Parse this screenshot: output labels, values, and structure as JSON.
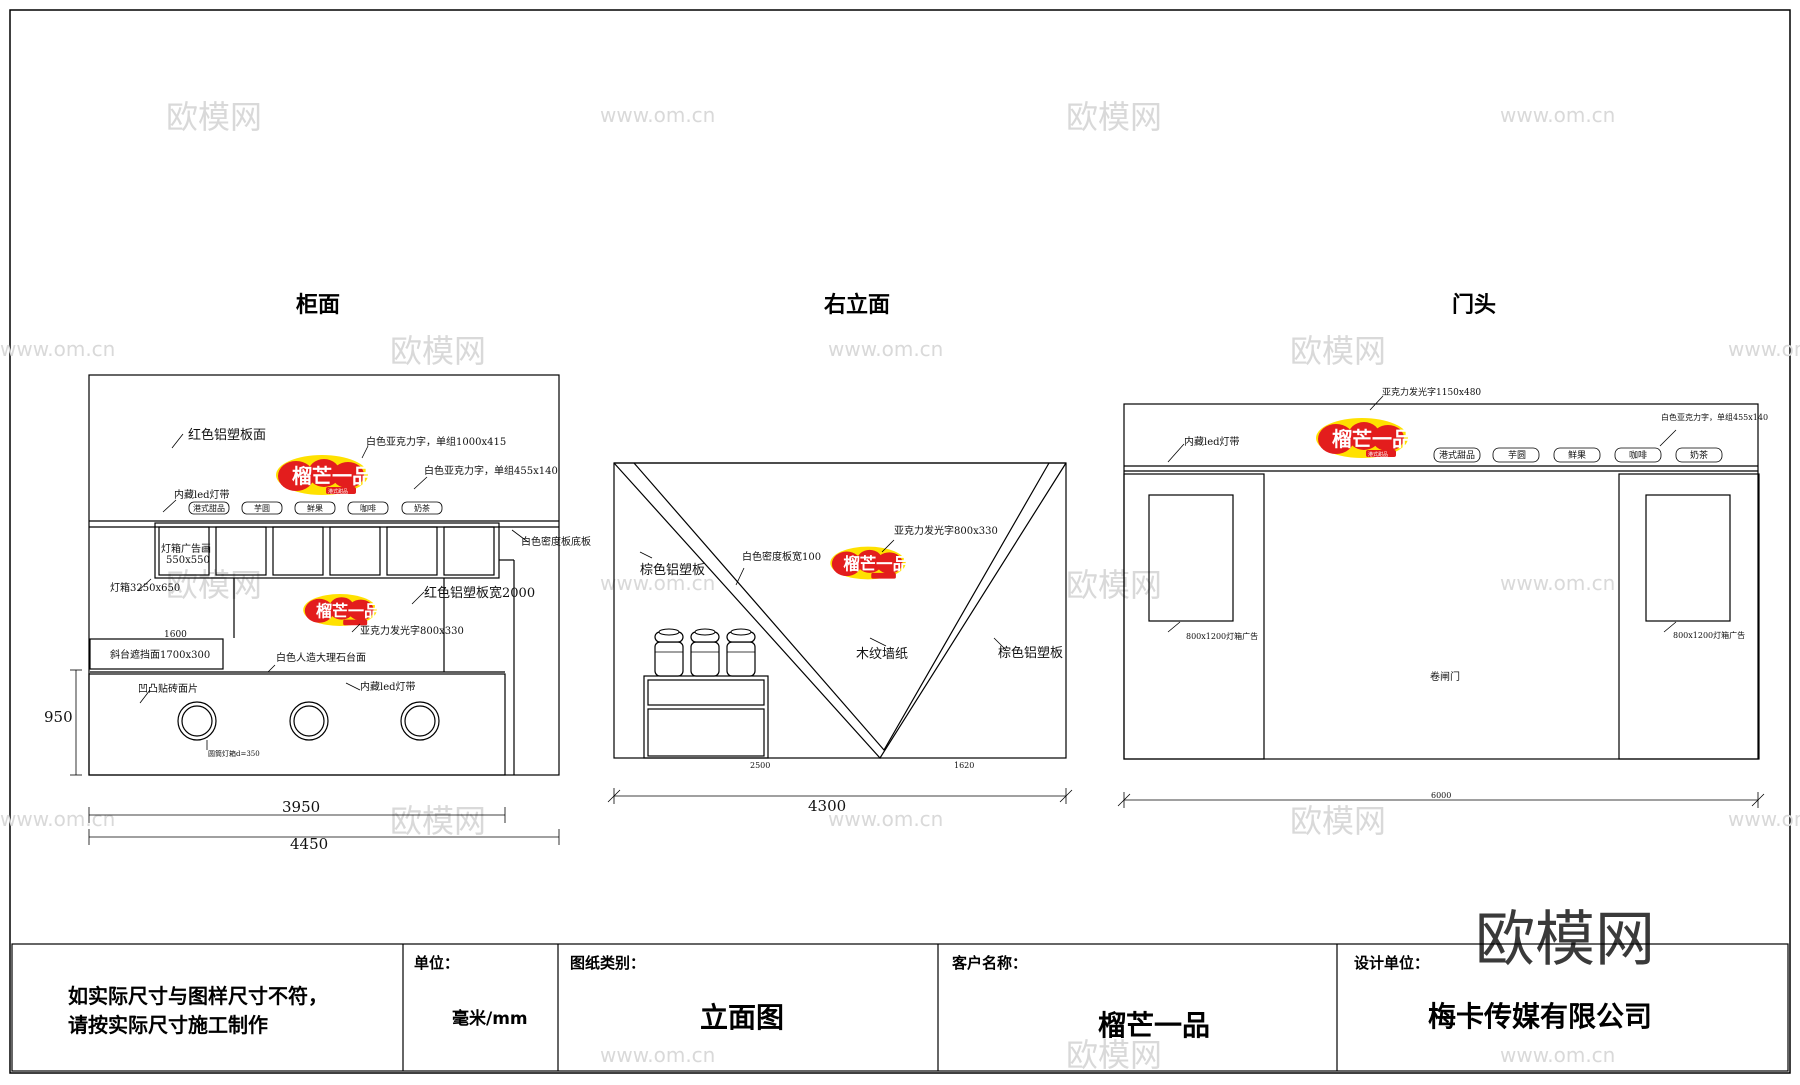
{
  "watermark": {
    "brand": "欧模网",
    "site": "www.om.cn"
  },
  "views": {
    "counter": {
      "title": "柜面",
      "labels": {
        "red_panel": "红色铝塑板面",
        "acrylic_word": "白色亚克力字，单组1000x415",
        "acrylic_word2": "白色亚克力字，单组455x140",
        "led_strip": "内藏led灯带",
        "lightbox_ad": "灯箱广告画",
        "lightbox_ad_size": "550x550",
        "lightbox": "灯箱3250x650",
        "density_board": "白色密度板底板",
        "red_board": "红色铝塑板宽2000",
        "luminous_word": "亚克力发光字800x330",
        "dim_1600": "1600",
        "slope_panel": "斜台遮挡面1700x300",
        "marble_top": "白色人造大理石台面",
        "convex_tiles": "凹凸贴砖面片",
        "led_strip2": "内藏led灯带",
        "round_light": "圆筒灯箱d=350",
        "height": "950",
        "width_inner": "3950",
        "width_outer": "4450"
      }
    },
    "right": {
      "title": "右立面",
      "labels": {
        "brown_panel": "棕色铝塑板",
        "density_board": "白色密度板宽100",
        "luminous_word": "亚克力发光字800x330",
        "wallpaper": "木纹墙纸",
        "brown_panel2": "棕色铝塑板",
        "dim_2500": "2500",
        "dim_1620": "1620",
        "width": "4300"
      }
    },
    "door": {
      "title": "门头",
      "labels": {
        "luminous_word": "亚克力发光字1150x480",
        "acrylic_word": "白色亚克力字，单组455x140",
        "led_strip": "内藏led灯带",
        "lightbox_left": "800x1200灯箱广告",
        "lightbox_right": "800x1200灯箱广告",
        "shutter": "卷闸门",
        "width": "6000"
      }
    }
  },
  "brand": {
    "name": "榴芒一品",
    "tagline": "港式甜品",
    "red": "#e31d1d",
    "yellow": "#ffe100"
  },
  "menu_items": [
    "港式甜品",
    "芋圆",
    "鲜果",
    "咖啡",
    "奶茶"
  ],
  "title_block": {
    "note_line1": "如实际尺寸与图样尺寸不符，",
    "note_line2": "请按实际尺寸施工制作",
    "unit_label": "单位：",
    "unit_value": "毫米/mm",
    "category_label": "图纸类别：",
    "category_value": "立面图",
    "client_label": "客户名称：",
    "client_value": "榴芒一品",
    "designer_label": "设计单位：",
    "designer_value": "梅卡传媒有限公司"
  }
}
